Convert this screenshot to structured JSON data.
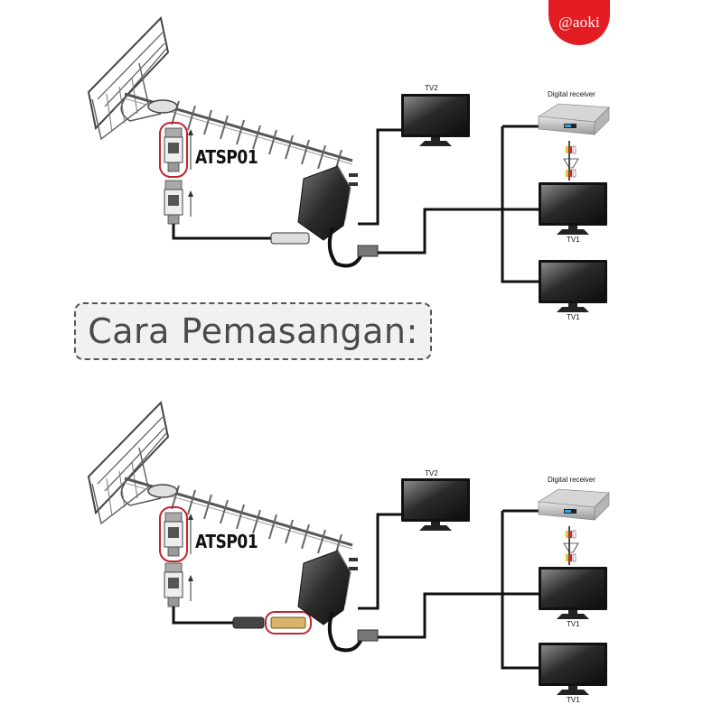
{
  "brand": {
    "logo_text": "@aoki",
    "accent_color": "#e31c23"
  },
  "banner": {
    "text": "Cara Pemasangan:"
  },
  "diagrams": [
    {
      "model_label": "ATSP01",
      "tv_top_label": "TV2",
      "receiver_label": "Digital receiver",
      "tv_mid_label": "TV1",
      "tv_bottom_label": "TV1"
    },
    {
      "model_label": "ATSP01",
      "tv_top_label": "TV2",
      "receiver_label": "Digital receiver",
      "tv_mid_label": "TV1",
      "tv_bottom_label": "TV1"
    }
  ],
  "colors": {
    "cable": "#111111",
    "highlight": "#c0262d",
    "screen_dark": "#1a1a1a",
    "screen_light": "#6f6f6f"
  }
}
